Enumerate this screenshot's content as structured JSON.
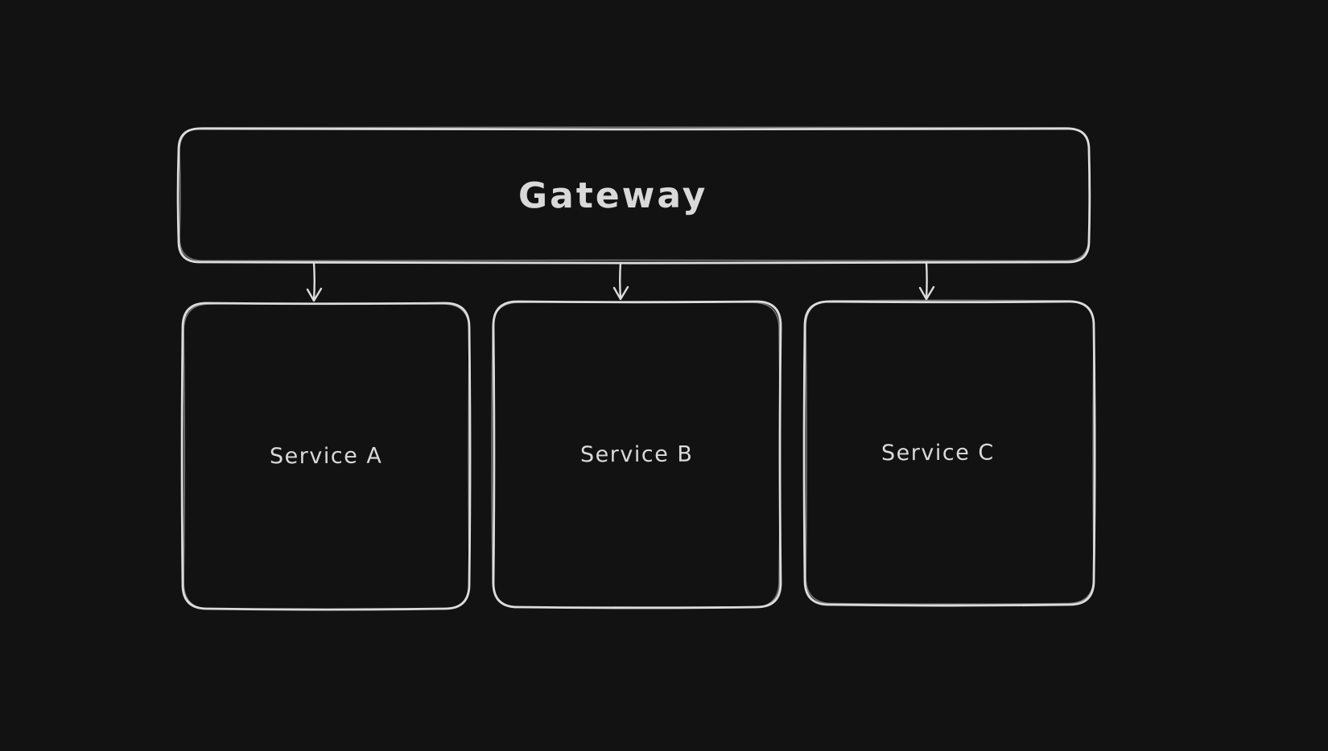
{
  "app": {
    "name": "whiteboard-diagram",
    "theme": "dark"
  },
  "canvas": {
    "background_color": "#121212",
    "stroke_color": "#dcdcdc",
    "text_color": "#d9d9d9"
  },
  "diagram": {
    "type": "flowchart",
    "nodes": [
      {
        "id": "gateway",
        "label": "Gateway",
        "shape": "rounded-rectangle"
      },
      {
        "id": "service-a",
        "label": "Service A",
        "shape": "rounded-rectangle"
      },
      {
        "id": "service-b",
        "label": "Service B",
        "shape": "rounded-rectangle"
      },
      {
        "id": "service-c",
        "label": "Service C",
        "shape": "rounded-rectangle"
      }
    ],
    "edges": [
      {
        "from": "gateway",
        "to": "service-a",
        "type": "arrow",
        "direction": "down"
      },
      {
        "from": "gateway",
        "to": "service-b",
        "type": "arrow",
        "direction": "down"
      },
      {
        "from": "gateway",
        "to": "service-c",
        "type": "arrow",
        "direction": "down"
      }
    ]
  }
}
